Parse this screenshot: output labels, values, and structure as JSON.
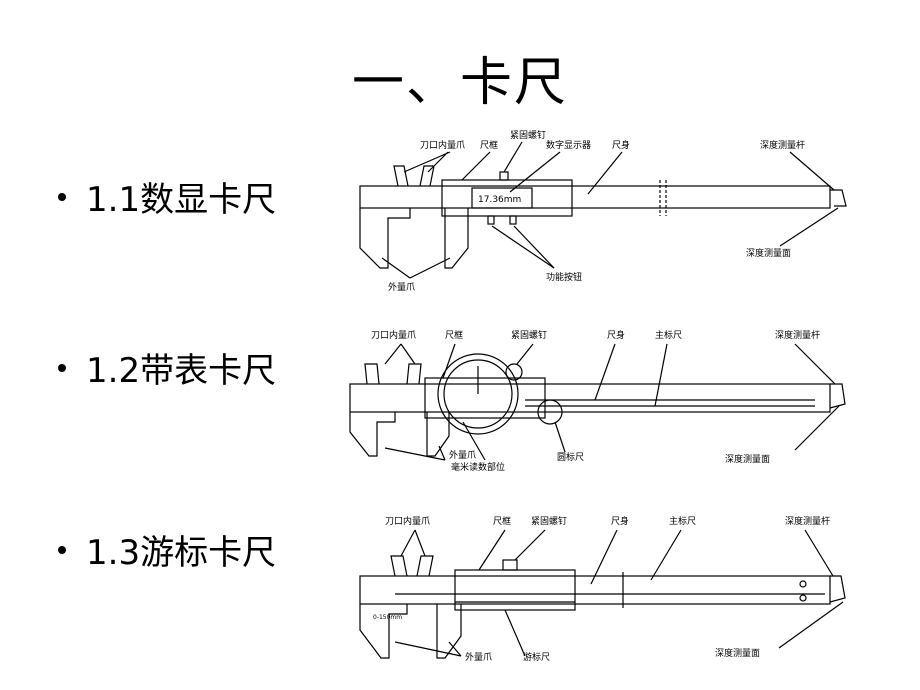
{
  "title": "一、卡尺",
  "items": [
    {
      "label": "1.1数显卡尺",
      "annotations": {
        "inner_jaw": "刀口内量爪",
        "frame": "尺框",
        "screw": "紧固螺钉",
        "display": "数字显示器",
        "body": "尺身",
        "depth_rod": "深度测量杆",
        "outer_jaw": "外量爪",
        "buttons": "功能按钮",
        "depth_face": "深度测量面"
      },
      "lcd_value": "17.36mm"
    },
    {
      "label": "1.2带表卡尺",
      "annotations": {
        "inner_jaw": "刀口内量爪",
        "frame": "尺框",
        "screw": "紧固螺钉",
        "body": "尺身",
        "main_scale": "主标尺",
        "depth_rod": "深度测量杆",
        "outer_jaw": "外量爪",
        "mm_reading": "毫米读数部位",
        "dial": "圆标尺",
        "depth_face": "深度测量面"
      }
    },
    {
      "label": "1.3游标卡尺",
      "annotations": {
        "inner_jaw": "刀口内量爪",
        "frame": "尺框",
        "screw": "紧固螺钉",
        "body": "尺身",
        "main_scale": "主标尺",
        "depth_rod": "深度测量杆",
        "outer_jaw": "外量爪",
        "vernier": "游标尺",
        "depth_face": "深度测量面"
      },
      "precision_mark": "0-150mm"
    }
  ]
}
